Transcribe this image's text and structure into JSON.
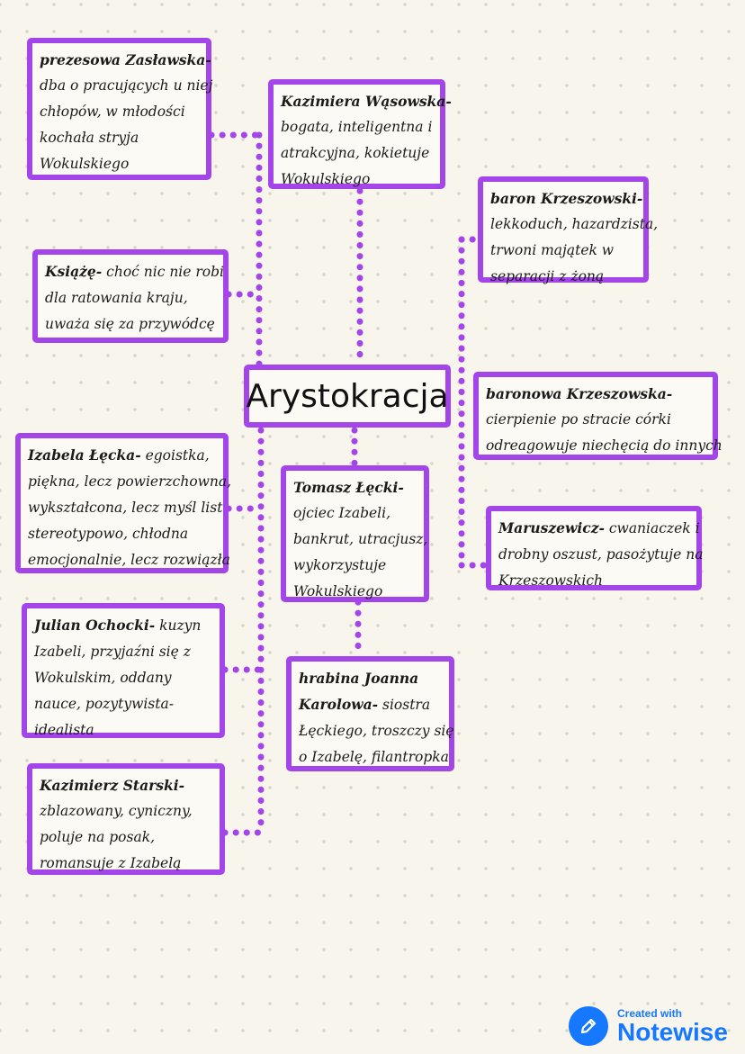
{
  "center": {
    "title": "Arystokracja"
  },
  "nodes": {
    "zaslawska": {
      "name": "prezesowa Zasławska-",
      "lines": [
        "dba o pracujących u niej",
        "chłopów, w młodości",
        "kochała stryja",
        "Wokulskiego"
      ]
    },
    "wasowska": {
      "name": "Kazimiera Wąsowska-",
      "lines": [
        "bogata, inteligentna i",
        "atrakcyjna, kokietuje",
        "Wokulskiego"
      ]
    },
    "baron": {
      "name": "baron Krzeszowski-",
      "lines": [
        "lekkoduch, hazardzista,",
        "trwoni majątek w",
        "separacji z żoną"
      ]
    },
    "ksiaze": {
      "name": "Książę-",
      "tail": " choć nic nie robi",
      "lines": [
        "dla ratowania kraju,",
        "uważa się za przywódcę"
      ]
    },
    "baronowa": {
      "name": "baronowa Krzeszowska-",
      "lines": [
        "cierpienie po stracie córki",
        "odreagowuje niechęcią do innych"
      ]
    },
    "izabela": {
      "name": "Izabela Łęcka-",
      "tail": " egoistka,",
      "lines": [
        "piękna, lecz powierzchowna,",
        "wykształcona, lecz myśl list",
        "stereotypowo, chłodna",
        "emocjonalnie, lecz rozwiązła"
      ]
    },
    "tomasz": {
      "name": "Tomasz Łęcki-",
      "lines": [
        "ojciec Izabeli,",
        "bankrut, utracjusz,",
        "wykorzystuje",
        "Wokulskiego"
      ]
    },
    "maruszewicz": {
      "name": "Maruszewicz-",
      "tail": " cwaniaczek i",
      "lines": [
        "drobny oszust, pasożytuje na",
        "Krzeszowskich"
      ]
    },
    "ochocki": {
      "name": "Julian Ochocki-",
      "tail": " kuzyn",
      "lines": [
        "Izabeli, przyjaźni się z",
        "Wokulskim, oddany",
        "nauce, pozytywista-",
        "idealista"
      ]
    },
    "hrabina": {
      "name": "hrabina Joanna",
      "name2": "Karolowa-",
      "tail": " siostra",
      "lines": [
        "Łęckiego, troszczy się",
        "o Izabelę, filantropka"
      ]
    },
    "starski": {
      "name": "Kazimierz Starski-",
      "lines": [
        "zblazowany, cyniczny,",
        "poluje na posak,",
        "romansuje z Izabelą"
      ]
    }
  },
  "branding": {
    "small": "Created with",
    "big": "Notewise"
  },
  "colors": {
    "accent": "#a445ea",
    "brand": "#1677ff",
    "background": "#f8f6ec"
  },
  "icons": {
    "brand": "pen-icon"
  }
}
